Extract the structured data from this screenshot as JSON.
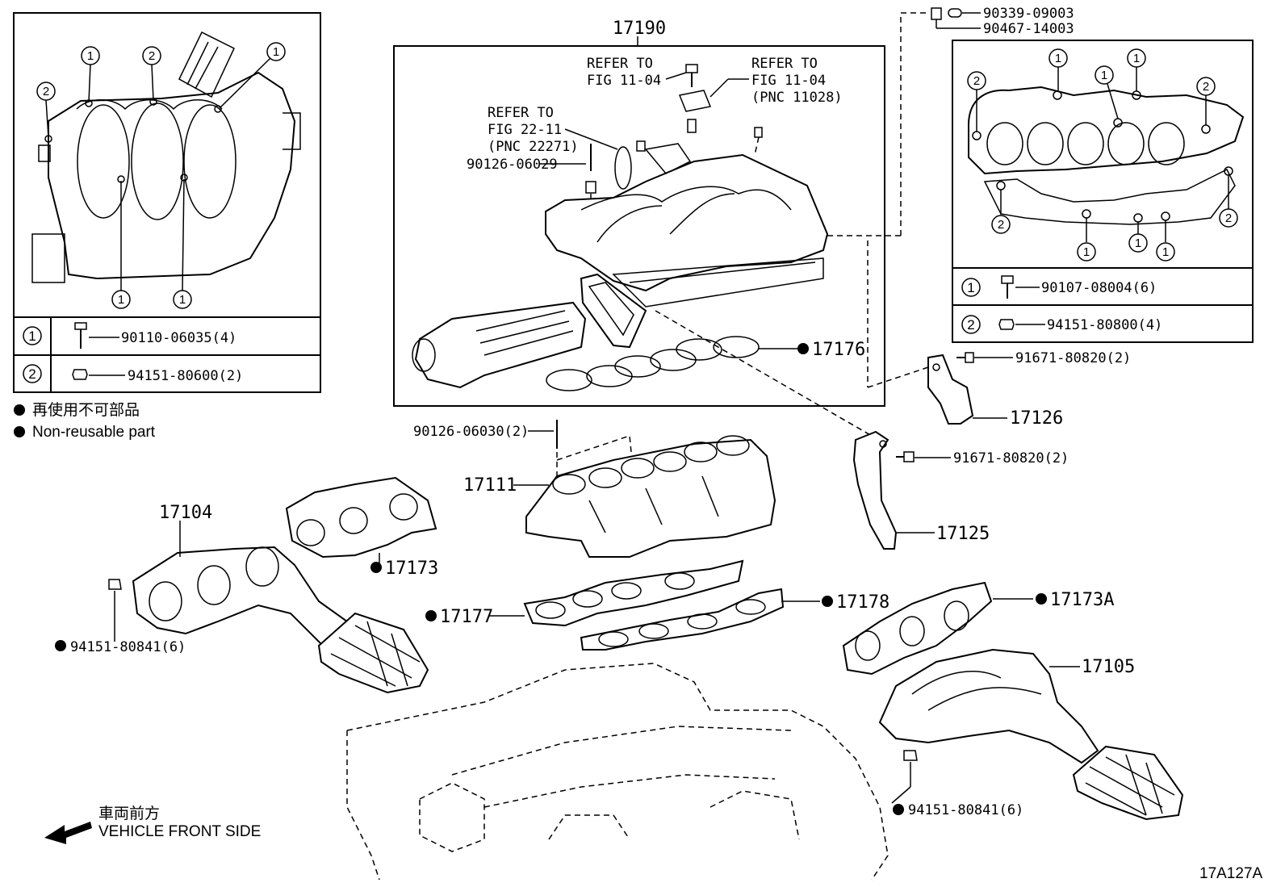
{
  "parts": {
    "p17190": "17190",
    "p17176": "17176",
    "p17111": "17111",
    "p17104": "17104",
    "p17173": "17173",
    "p17177": "17177",
    "p17178": "17178",
    "p17173A": "17173A",
    "p17105": "17105",
    "p17126": "17126",
    "p17125": "17125"
  },
  "fasteners": {
    "f90339": "90339-09003",
    "f90467": "90467-14003",
    "f90126_06029": "90126-06029",
    "f90126_06030": "90126-06030(2)",
    "f91671_a": "91671-80820(2)",
    "f91671_b": "91671-80820(2)",
    "f94151_left": "94151-80841(6)",
    "f94151_right": "94151-80841(6)"
  },
  "refs": {
    "ref_a_1": "REFER TO",
    "ref_a_2": "FIG 11-04",
    "ref_b_1": "REFER TO",
    "ref_b_2": "FIG 11-04",
    "ref_b_3": "(PNC 11028)",
    "ref_c_1": "REFER TO",
    "ref_c_2": "FIG 22-11",
    "ref_c_3": "(PNC 22271)"
  },
  "left_table": {
    "row1_marker": "1",
    "row1_part": "90110-06035(4)",
    "row2_marker": "2",
    "row2_part": "94151-80600(2)"
  },
  "right_table": {
    "row1_marker": "1",
    "row1_part": "90107-08004(6)",
    "row2_marker": "2",
    "row2_part": "94151-80800(4)"
  },
  "callout_markers": {
    "one": "1",
    "two": "2"
  },
  "legend": {
    "jp": "再使用不可部品",
    "en": "Non-reusable part"
  },
  "front": {
    "jp": "車両前方",
    "en": "VEHICLE FRONT SIDE"
  },
  "figure_code": "17A127A"
}
